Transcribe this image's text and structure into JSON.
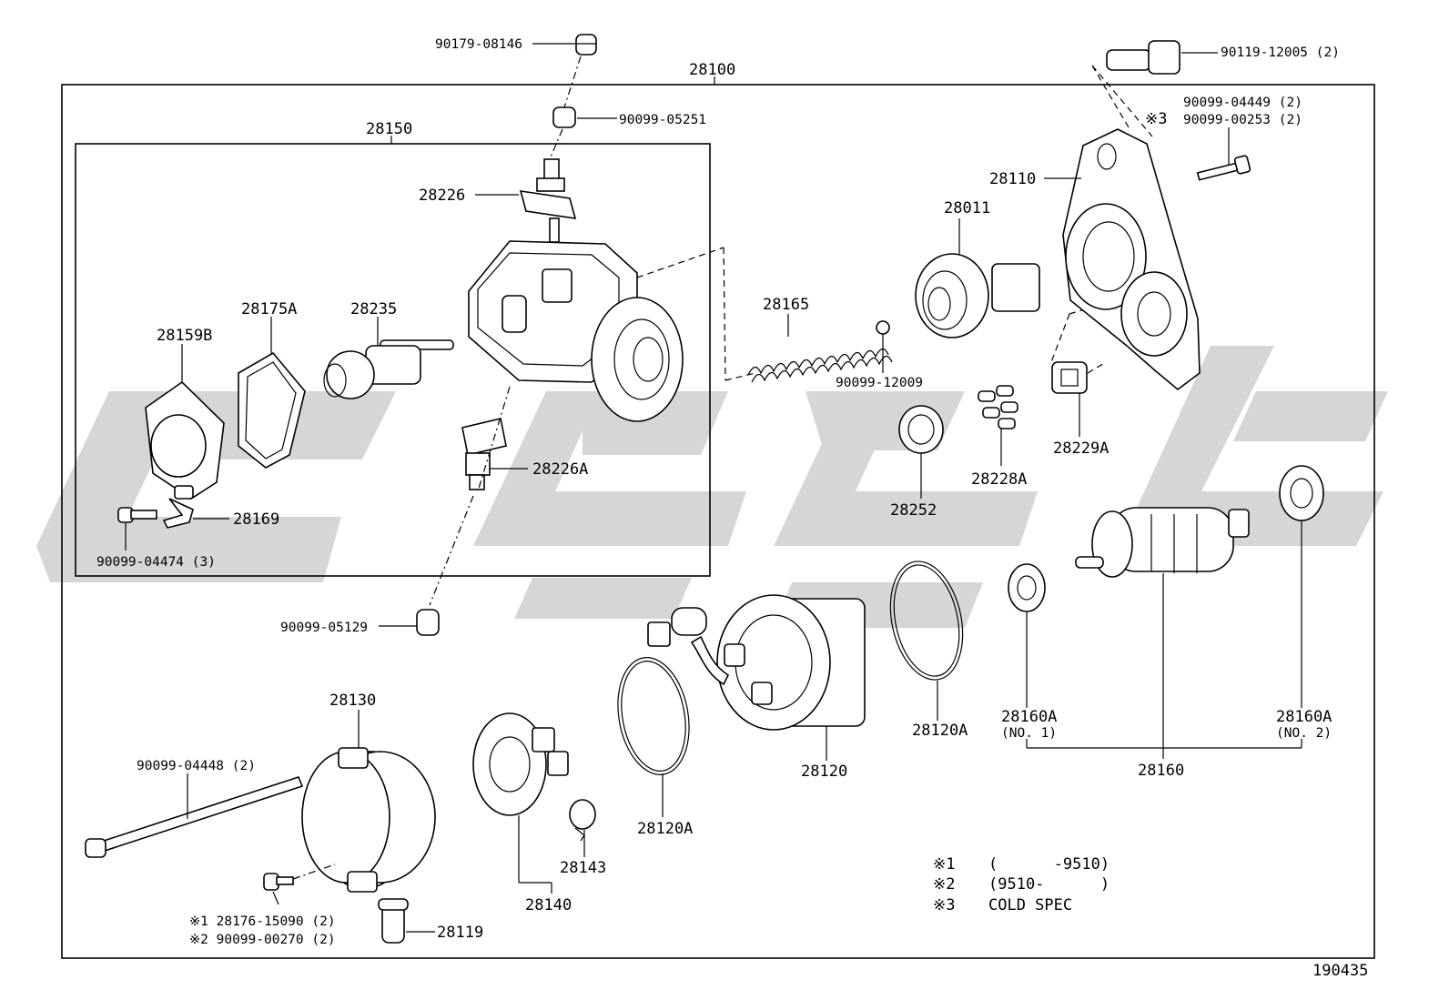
{
  "diagram_id": "190435",
  "assembly_label": "28100",
  "subassembly_label": "28150",
  "parts": {
    "p90179_08146": "90179-08146",
    "p90099_05251": "90099-05251",
    "p28226": "28226",
    "p28175A": "28175A",
    "p28235": "28235",
    "p28159B": "28159B",
    "p28226A": "28226A",
    "p28169": "28169",
    "p90099_04474": "90099-04474 (3)",
    "p90099_05129": "90099-05129",
    "p28165": "28165",
    "p90099_12009": "90099-12009",
    "p28011": "28011",
    "p28252": "28252",
    "p28228A": "28228A",
    "p28229A": "28229A",
    "p28110": "28110",
    "p90119_12005": "90119-12005 (2)",
    "p90099_04449": "90099-04449 (2)",
    "p90099_00253": "90099-00253 (2)",
    "note3_mark": "※3",
    "p28130": "28130",
    "p90099_04448": "90099-04448 (2)",
    "p28176_line": "※1 28176-15090 (2)",
    "p90099_00270_line": "※2 90099-00270 (2)",
    "p28119": "28119",
    "p28140": "28140",
    "p28143": "28143",
    "p28120A_left": "28120A",
    "p28120": "28120",
    "p28120A_right": "28120A",
    "p28160A_no1": "28160A",
    "p28160A_no1_sub": "(NO. 1)",
    "p28160A_no2": "28160A",
    "p28160A_no2_sub": "(NO. 2)",
    "p28160": "28160"
  },
  "legend": [
    {
      "mark": "※1",
      "text": "(      -9510)"
    },
    {
      "mark": "※2",
      "text": "(9510-      )"
    },
    {
      "mark": "※3",
      "text": "COLD SPEC"
    }
  ]
}
